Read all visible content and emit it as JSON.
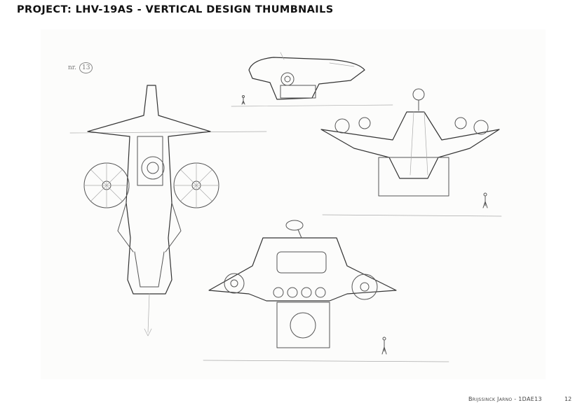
{
  "title": "Project: LHV-19AS - Vertical Design Thumbnails",
  "sketch_note": {
    "prefix": "nr.",
    "number": "13"
  },
  "footer": {
    "author": "Brijssinck Jarno - 1DAE13",
    "page_number": "12"
  }
}
